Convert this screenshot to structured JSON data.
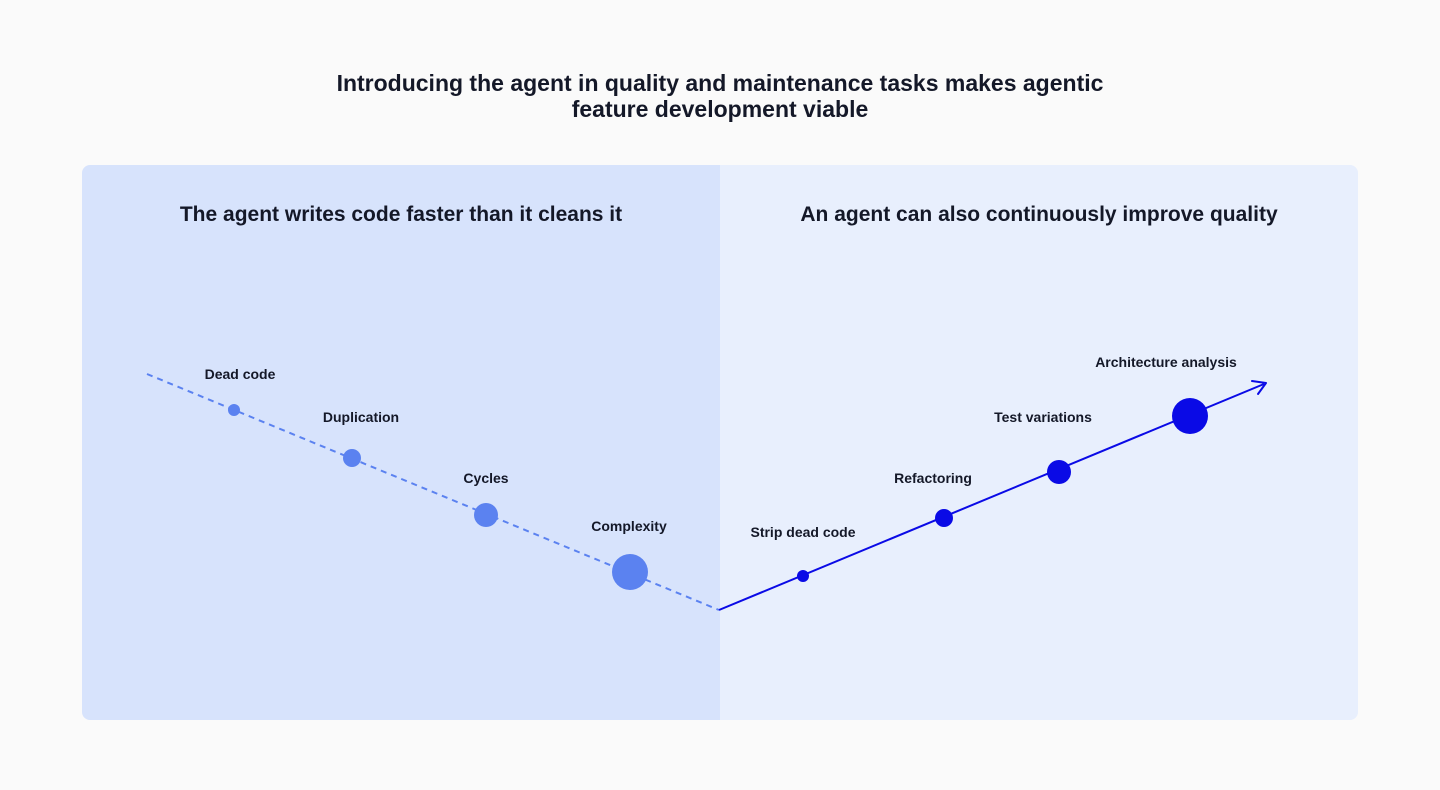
{
  "title": {
    "line1": "Introducing the agent in quality and maintenance tasks makes agentic",
    "line2": "feature development viable"
  },
  "left_panel": {
    "heading": "The agent writes code faster than it cleans it",
    "line_style": "dashed",
    "color": "#5b82f0",
    "nodes": [
      {
        "label": "Dead code",
        "size": 1
      },
      {
        "label": "Duplication",
        "size": 2
      },
      {
        "label": "Cycles",
        "size": 3
      },
      {
        "label": "Complexity",
        "size": 4
      }
    ]
  },
  "right_panel": {
    "heading": "An agent can also continuously improve quality",
    "line_style": "solid",
    "color": "#0a0ae6",
    "nodes": [
      {
        "label": "Strip dead code",
        "size": 1
      },
      {
        "label": "Refactoring",
        "size": 2
      },
      {
        "label": "Test variations",
        "size": 3
      },
      {
        "label": "Architecture analysis",
        "size": 4
      }
    ]
  },
  "colors": {
    "left_background": "#d7e3fc",
    "right_background": "#e8effd",
    "page_background": "#fafafa",
    "text": "#141828"
  }
}
